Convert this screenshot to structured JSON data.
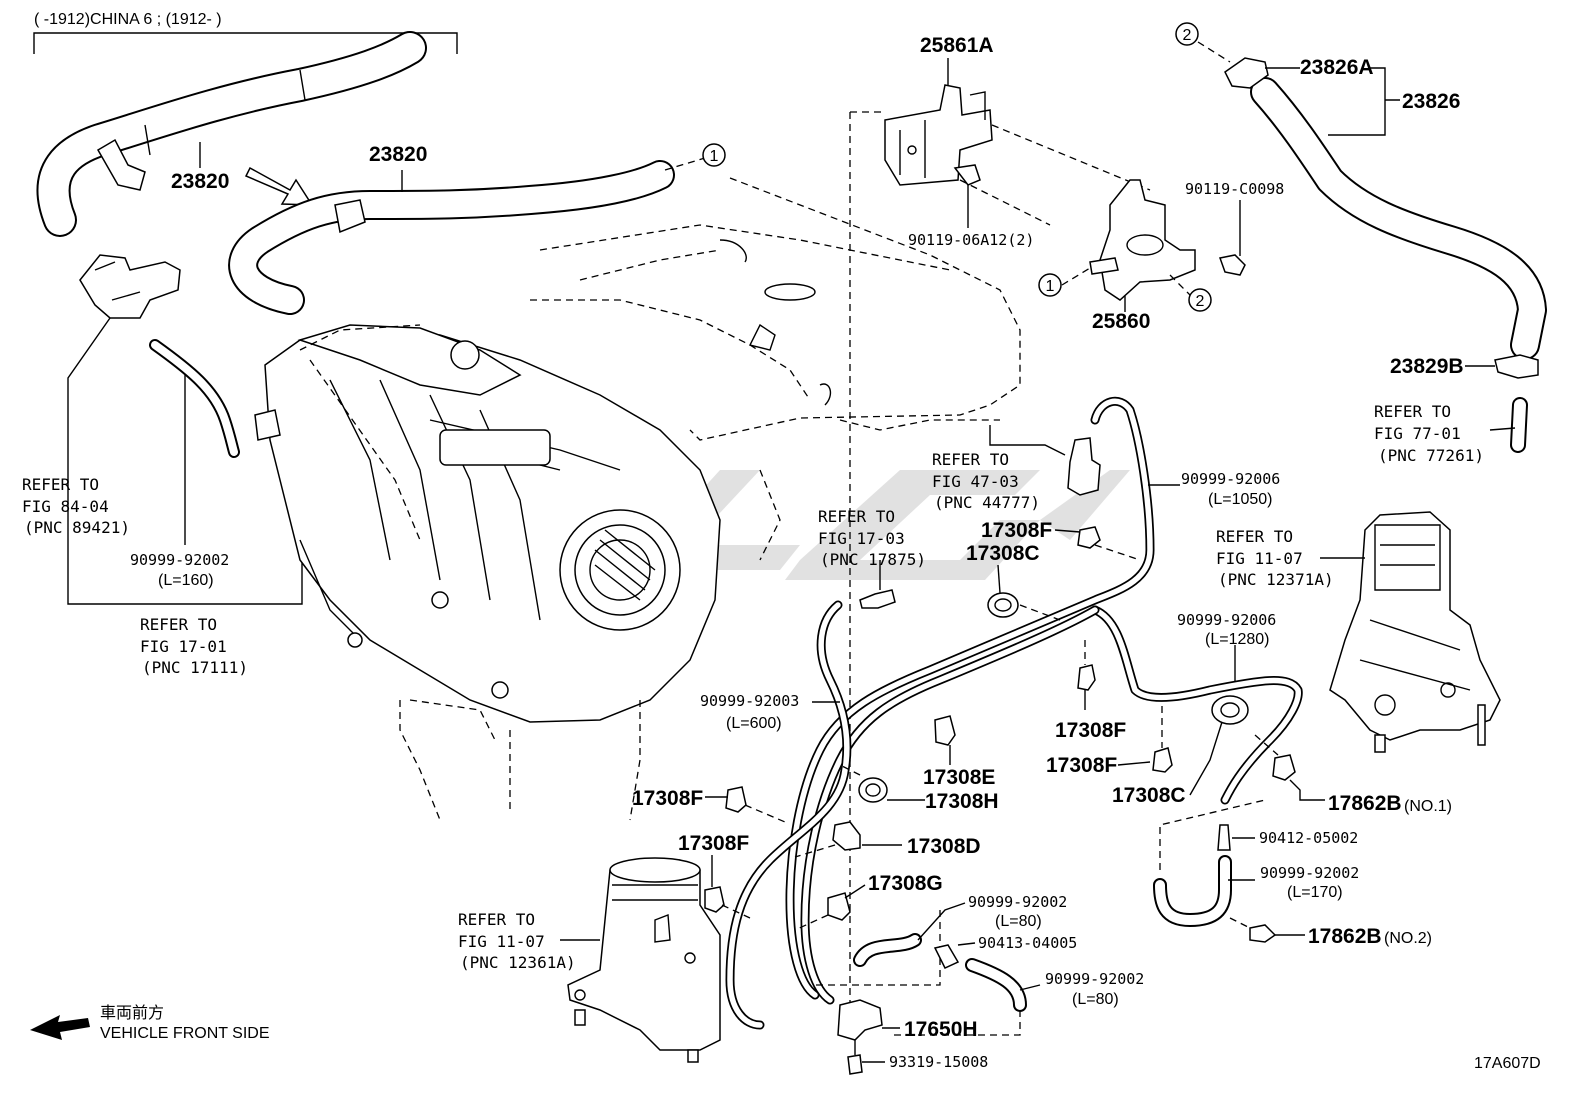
{
  "header": {
    "applicability": "(      -1912)CHINA 6 ; (1912-        )"
  },
  "labels": {
    "p23820_top": "23820",
    "p23820_mid": "23820",
    "p25861A": "25861A",
    "p90119_06A12": "90119-06A12(2)",
    "p90119_C0098": "90119-C0098",
    "p25860": "25860",
    "p23826A": "23826A",
    "p23826": "23826",
    "p23829B": "23829B",
    "ref77_l1": "REFER TO",
    "ref77_l2": "FIG 77-01",
    "ref77_l3": "(PNC 77261)",
    "ref84_l1": "REFER TO",
    "ref84_l2": "FIG 84-04",
    "ref84_l3": "(PNC 89421)",
    "p90999_92002_a": "90999-92002",
    "p90999_92002_a_len": "(L=160)",
    "ref1701_l1": "REFER TO",
    "ref1701_l2": "FIG 17-01",
    "ref1701_l3": "(PNC 17111)",
    "ref4703_l1": "REFER TO",
    "ref4703_l2": "FIG 47-03",
    "ref4703_l3": "(PNC 44777)",
    "p90999_92006_a": "90999-92006",
    "p90999_92006_a_len": "(L=1050)",
    "ref1703_l1": "REFER TO",
    "ref1703_l2": "FIG 17-03",
    "ref1703_l3": "(PNC 17875)",
    "p17308F_a": "17308F",
    "p17308C_a": "17308C",
    "ref1107a_l1": "REFER TO",
    "ref1107a_l2": "FIG 11-07",
    "ref1107a_l3": "(PNC 12371A)",
    "p90999_92006_b": "90999-92006",
    "p90999_92006_b_len": "(L=1280)",
    "p90999_92003": "90999-92003",
    "p90999_92003_len": "(L=600)",
    "p17308F_b": "17308F",
    "p17308E": "17308E",
    "p17308F_c": "17308F",
    "p17308H": "17308H",
    "p17308C_b": "17308C",
    "p17862B_1": "17862B",
    "p17862B_1_no": "(NO.1)",
    "p17308F_d": "17308F",
    "p17308D": "17308D",
    "p17308F_e": "17308F",
    "p90412_05002": "90412-05002",
    "p17308G": "17308G",
    "p90999_92002_b": "90999-92002",
    "p90999_92002_b_len": "(L=170)",
    "p17862B_2": "17862B",
    "p17862B_2_no": "(NO.2)",
    "p90999_92002_c": "90999-92002",
    "p90999_92002_c_len": "(L=80)",
    "p90413_04005": "90413-04005",
    "ref1107b_l1": "REFER TO",
    "ref1107b_l2": "FIG 11-07",
    "ref1107b_l3": "(PNC 12361A)",
    "p90999_92002_d": "90999-92002",
    "p90999_92002_d_len": "(L=80)",
    "p17650H": "17650H",
    "p93319_15008": "93319-15008",
    "front_cn": "車両前方",
    "front_en": "VEHICLE FRONT SIDE",
    "fig_code": "17A607D",
    "circle1": "1",
    "circle2": "2"
  }
}
